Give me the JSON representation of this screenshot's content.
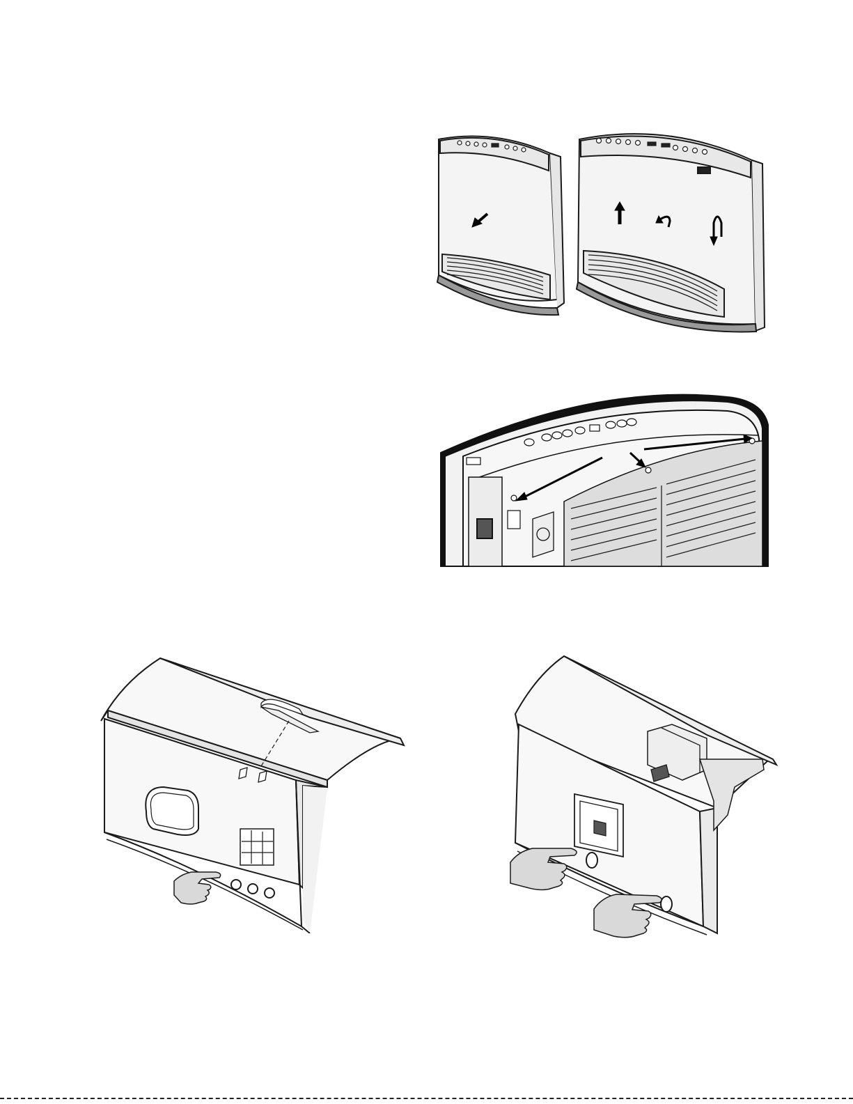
{
  "page": {
    "background": "#ffffff",
    "line_color": "#1a1a1a",
    "panel_fill": "#f4f4f4",
    "hand_fill": "#d9d9d9"
  },
  "figures": [
    {
      "id": "heaters-front",
      "icon": "two-heaters-with-arrows-illustration"
    },
    {
      "id": "heater-rear-screws",
      "icon": "heater-rear-screws-illustration"
    },
    {
      "id": "back-panel-left",
      "icon": "back-panel-pointing-hand-illustration"
    },
    {
      "id": "back-panel-right",
      "icon": "back-panel-two-pointing-hands-illustration"
    }
  ]
}
